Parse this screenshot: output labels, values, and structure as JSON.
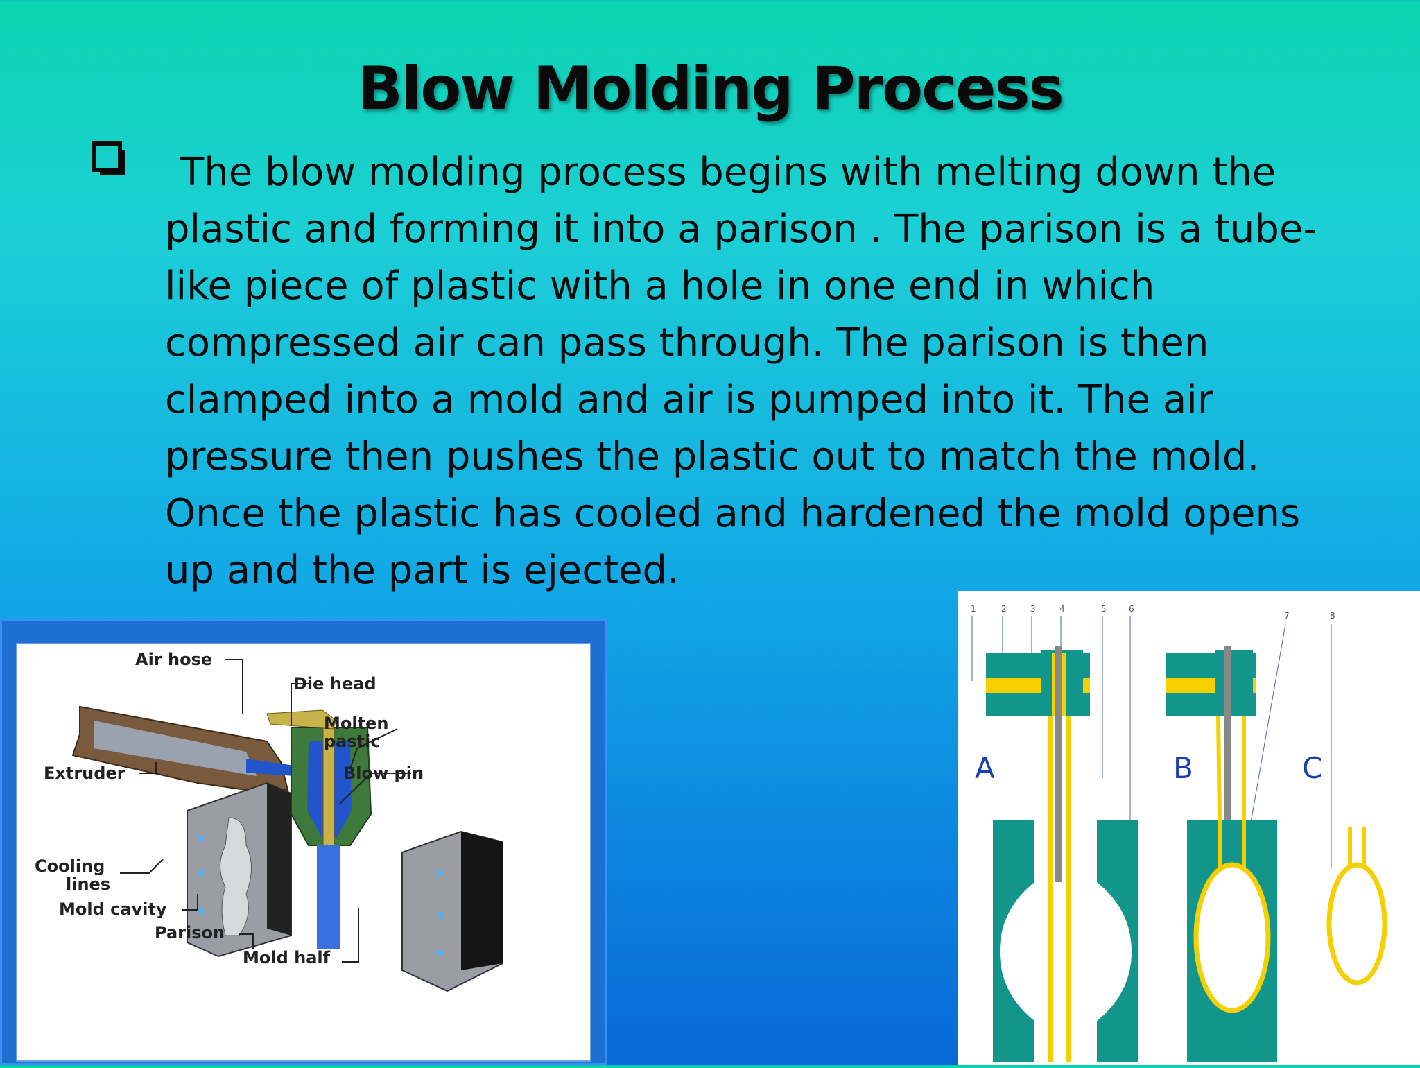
{
  "slide": {
    "title": "Blow Molding Process",
    "body_lines": [
      "The blow molding process begins with melting down the",
      "plastic and forming it into a parison . The parison is a tube-",
      "like piece of plastic with a hole in one end in which",
      "compressed air can pass through. The parison is then",
      "clamped into a mold and air is pumped into it. The air",
      "pressure then pushes the plastic out to match the mold.",
      "Once the plastic has cooled and hardened the mold opens",
      "up and the part is ejected."
    ]
  },
  "left_diagram": {
    "labels": {
      "air_hose": "Air hose",
      "die_head": "Die head",
      "molten1": "Molten",
      "molten2": "pastic",
      "extruder": "Extruder",
      "blow_pin": "Blow pin",
      "cooling1": "Cooling",
      "cooling2": "lines",
      "mold_cavity": "Mold cavity",
      "parison": "Parison",
      "mold_half": "Mold half"
    }
  },
  "right_diagram": {
    "numbers": [
      "1",
      "2",
      "3",
      "4",
      "5",
      "6",
      "7",
      "8"
    ],
    "stages": [
      "A",
      "B",
      "C"
    ]
  },
  "colors": {
    "teal": "#12958a",
    "yellow": "#f5d000",
    "blue_label": "#1b3fb0"
  }
}
